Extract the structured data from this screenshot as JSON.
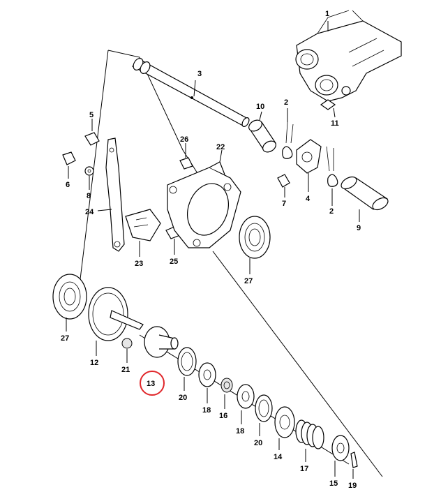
{
  "diagram": {
    "highlight_color": "#e0262a",
    "highlighted_part": "13",
    "parts": {
      "p1": "1",
      "p2a": "2",
      "p2b": "2",
      "p3": "3",
      "p4": "4",
      "p5": "5",
      "p6": "6",
      "p7": "7",
      "p8": "8",
      "p9": "9",
      "p10": "10",
      "p11": "11",
      "p12": "12",
      "p13": "13",
      "p14": "14",
      "p15": "15",
      "p16": "16",
      "p17": "17",
      "p18a": "18",
      "p18b": "18",
      "p19": "19",
      "p20a": "20",
      "p20b": "20",
      "p21": "21",
      "p22": "22",
      "p23": "23",
      "p24": "24",
      "p25": "25",
      "p26": "26",
      "p27a": "27",
      "p27b": "27"
    }
  }
}
